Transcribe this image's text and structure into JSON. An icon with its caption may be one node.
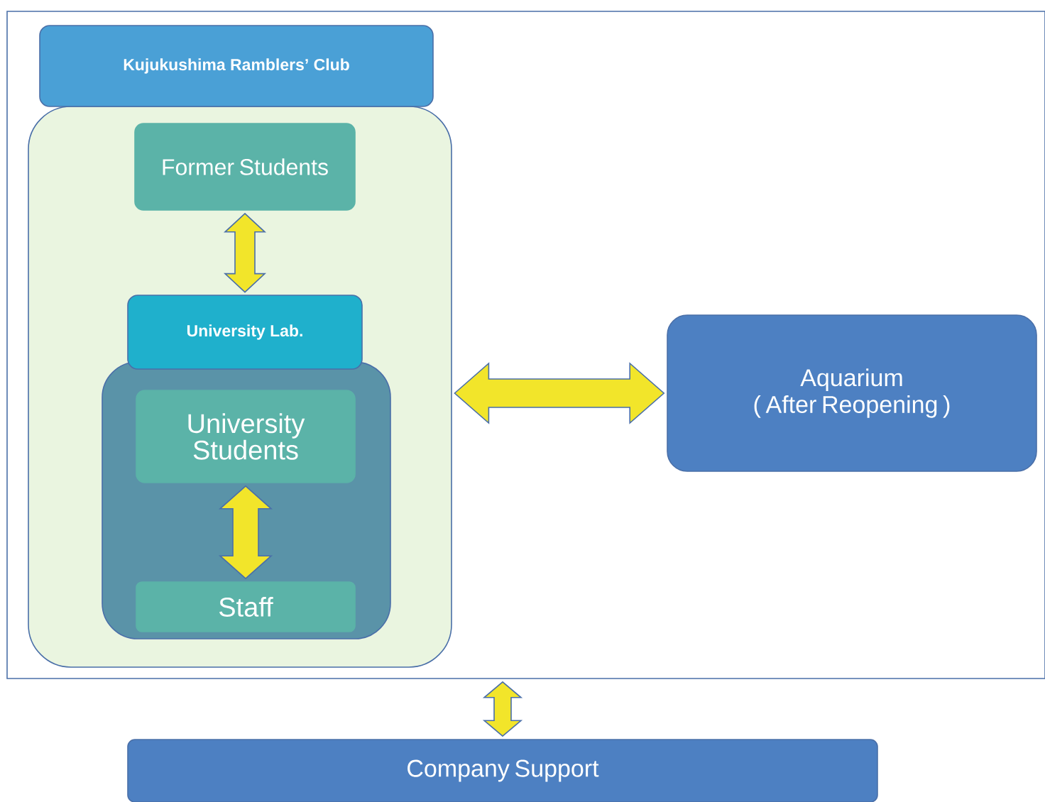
{
  "diagram": {
    "nodes": [
      {
        "text": [],
        "shape": "box"
      },
      {
        "text": [
          "Kujukushima Ramblers’ Club"
        ],
        "in": 0
      },
      {
        "text": [
          "Former Students"
        ],
        "in": 1
      },
      {
        "text": [
          "University Lab."
        ],
        "in": 1
      },
      {
        "text": [
          "University Students"
        ],
        "in": 3
      },
      {
        "text": [
          "Staff"
        ],
        "in": 3
      },
      {
        "text": [
          "Aquarium",
          "( After Reopening )"
        ],
        "in": 0
      },
      {
        "text": [
          "Company Support"
        ]
      }
    ],
    "edges": [
      {
        "from": 2,
        "to": 3,
        "arrow": "both"
      },
      {
        "from": 4,
        "to": 5,
        "arrow": "both"
      },
      {
        "from": 1,
        "to": 6,
        "arrow": "both"
      },
      {
        "from": 7,
        "to": 0,
        "arrow": "both"
      }
    ]
  }
}
